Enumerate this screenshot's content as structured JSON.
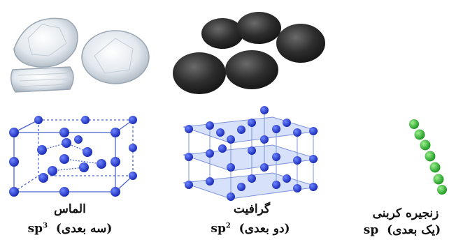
{
  "columns": [
    {
      "name": "الماس",
      "dimension": "(سه بعدی)",
      "hybrid_base": "sp",
      "hybrid_sup": "3"
    },
    {
      "name": "گرافیت",
      "dimension": "(دو بعدی)",
      "hybrid_base": "sp",
      "hybrid_sup": "2"
    },
    {
      "name": "زنجیره کربنی",
      "dimension": "(یک بعدی)",
      "hybrid_base": "sp",
      "hybrid_sup": ""
    }
  ],
  "colors": {
    "atom_blue": "#2a3fd6",
    "atom_green": "#3ec33a",
    "bond_line": "#4a66cf",
    "graphite_plane": "#b8c8f5",
    "coal": "#2b2b2b",
    "diamond": "#e6ebf0"
  }
}
